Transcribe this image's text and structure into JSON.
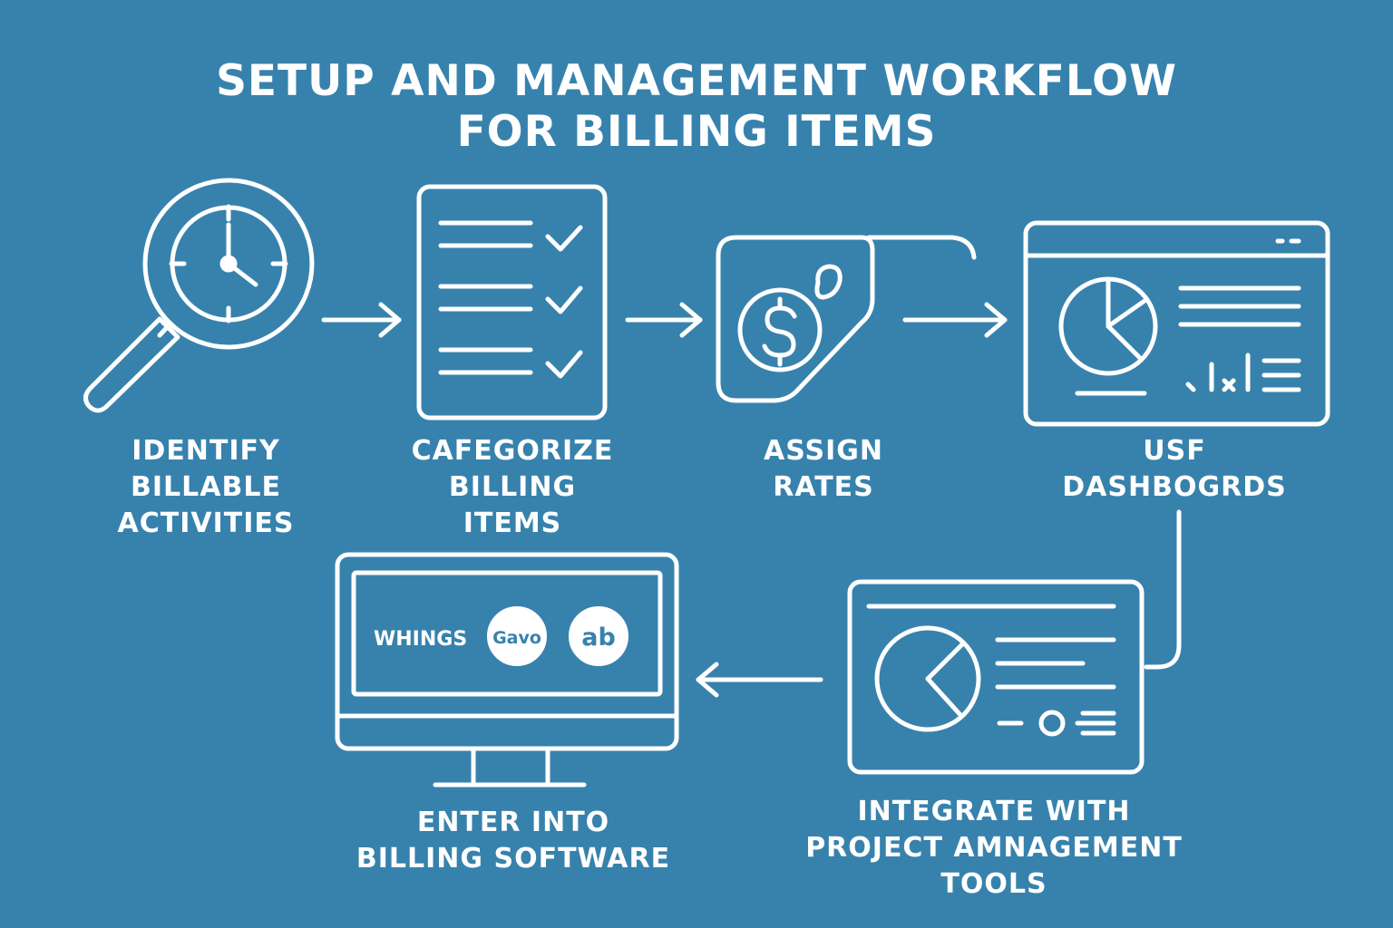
{
  "title": {
    "line1": "SETUP AND MANAGEMENT WORKFLOW",
    "line2": "FOR BILLING ITEMS"
  },
  "steps": [
    {
      "icon": "magnifier-clock-icon",
      "lines": [
        "IDENTIFY",
        "BILLABLE",
        "ACTIVITIES"
      ]
    },
    {
      "icon": "checklist-icon",
      "lines": [
        "CAFEGORIZE",
        "BILLING",
        "ITEMS"
      ]
    },
    {
      "icon": "price-tag-icon",
      "lines": [
        "ASSIGN",
        "RATES"
      ]
    },
    {
      "icon": "dashboard-window-icon",
      "lines": [
        "USF",
        "DASHBOGRDS"
      ]
    },
    {
      "icon": "pm-tool-window-icon",
      "lines": [
        "INTEGRATE WITH",
        "PROJECT AMNAGEMENT",
        "TOOLS"
      ]
    },
    {
      "icon": "monitor-icon",
      "lines": [
        "ENTER INTO",
        "BILLING SOFTWARE"
      ]
    }
  ],
  "monitor_screen": {
    "brand_text": "WHINGS",
    "logo1": "Gavo",
    "logo2": "ab"
  },
  "colors": {
    "background": "#3782ad",
    "stroke": "#ffffff",
    "logo_text": "#3782ad"
  }
}
